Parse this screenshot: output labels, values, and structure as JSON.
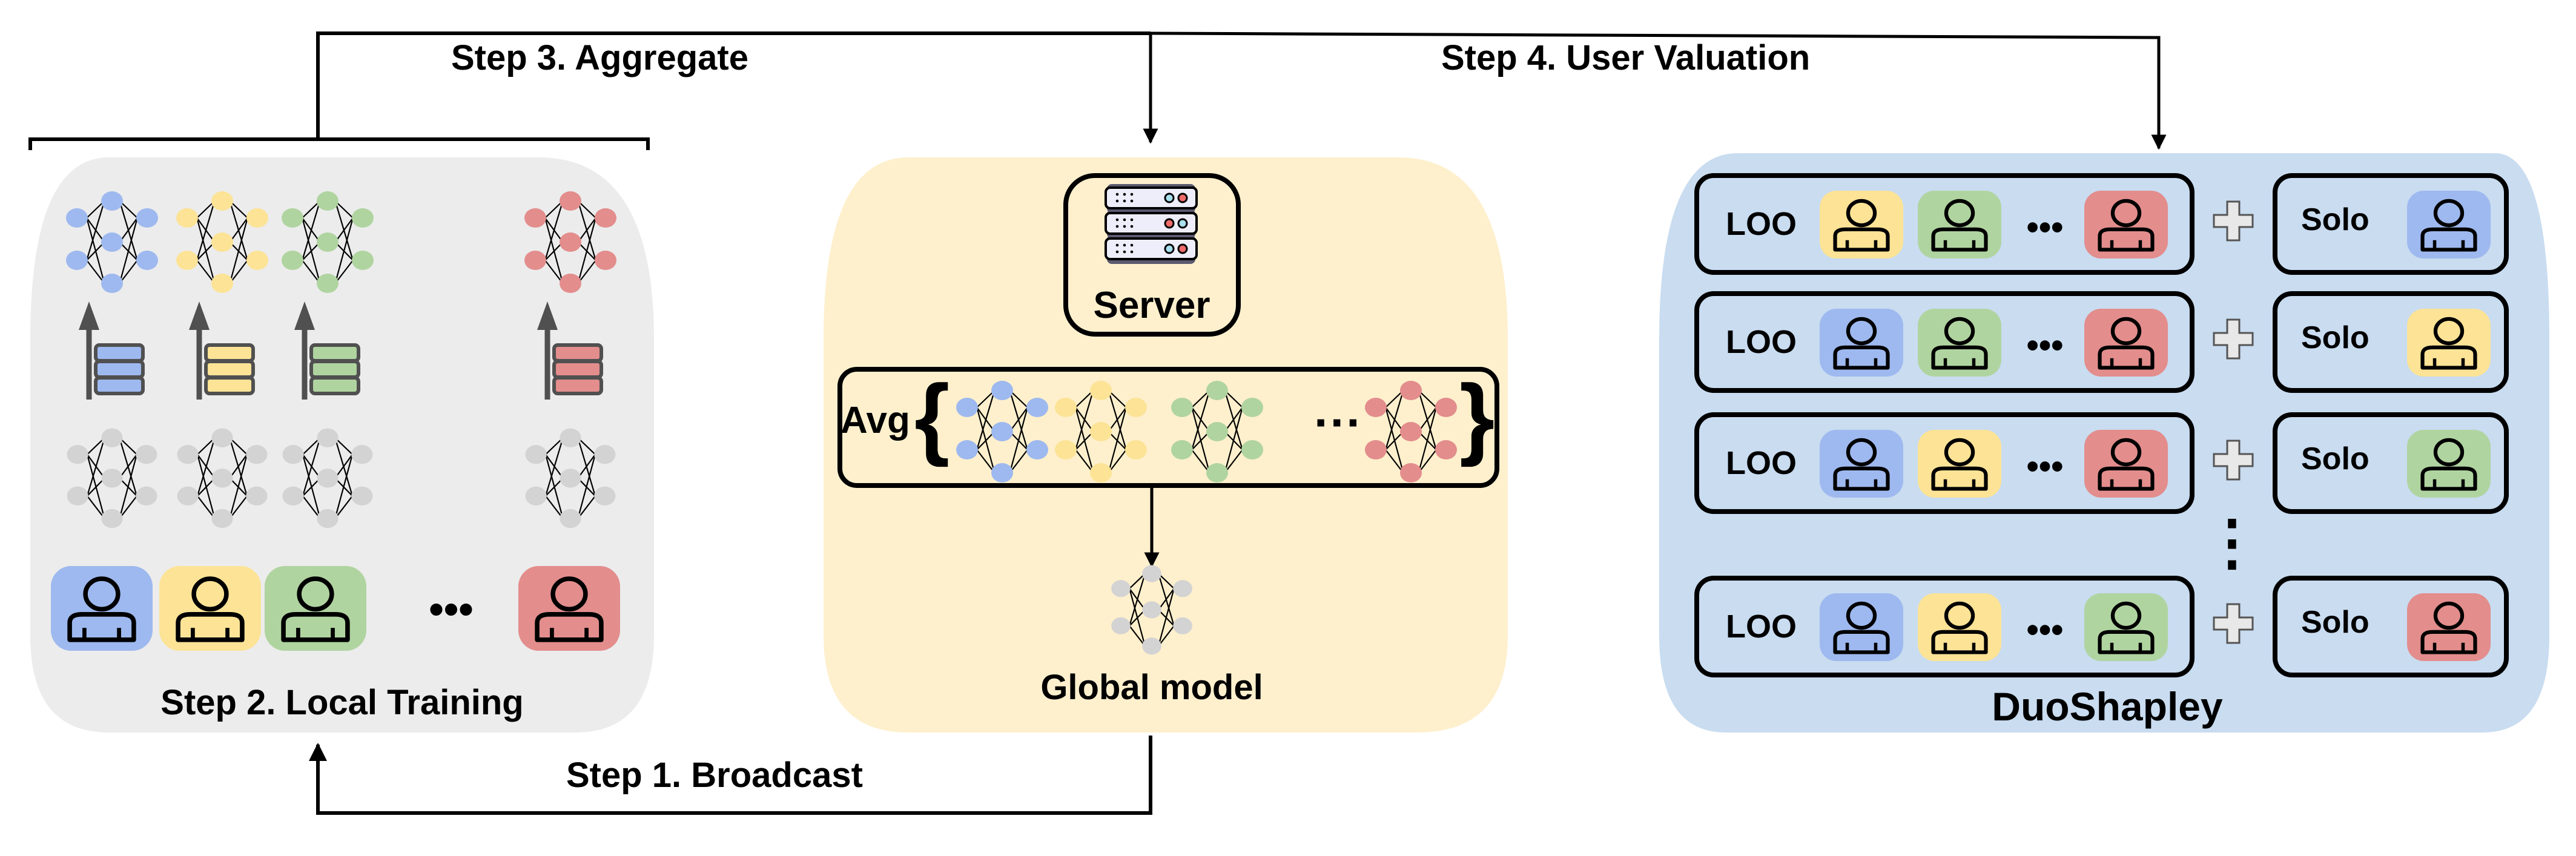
{
  "colors": {
    "blue": "#9eb9ef",
    "yellow": "#fce396",
    "green": "#b0d4a0",
    "red": "#e38d8d",
    "gray_node": "#d3d3d3",
    "panel_left": "#ececec",
    "panel_middle": "#fef0cd",
    "panel_right": "#c9dcf0",
    "arrow_dark": "#505050",
    "plus_fill": "#e8e8e8"
  },
  "steps": {
    "step1": "Step 1. Broadcast",
    "step2": "Step 2. Local Training",
    "step3": "Step 3. Aggregate",
    "step4": "Step 4. User Valuation"
  },
  "left_panel": {
    "clients": [
      "blue",
      "yellow",
      "green",
      "red"
    ],
    "ellipsis": "•••",
    "icons": {
      "trained_model": "neural-network-icon",
      "dataset": "database-icon",
      "local_model": "neural-network-icon",
      "user": "user-icon"
    }
  },
  "middle_panel": {
    "server_label": "Server",
    "server_icon": "server-icon",
    "avg_label": "Avg",
    "avg_models": [
      "blue",
      "yellow",
      "green",
      "red"
    ],
    "avg_ellipsis": "···",
    "global_model_label": "Global model"
  },
  "right_panel": {
    "title": "DuoShapley",
    "loo_label": "LOO",
    "solo_label": "Solo",
    "plus_icon": "plus-icon",
    "vertical_ellipsis": "⋮",
    "rows": [
      {
        "loo_users": [
          "yellow",
          "green",
          "red"
        ],
        "solo_user": "blue"
      },
      {
        "loo_users": [
          "blue",
          "green",
          "red"
        ],
        "solo_user": "yellow"
      },
      {
        "loo_users": [
          "blue",
          "yellow",
          "red"
        ],
        "solo_user": "green"
      },
      {
        "loo_users": [
          "blue",
          "yellow",
          "green"
        ],
        "solo_user": "red"
      }
    ]
  }
}
